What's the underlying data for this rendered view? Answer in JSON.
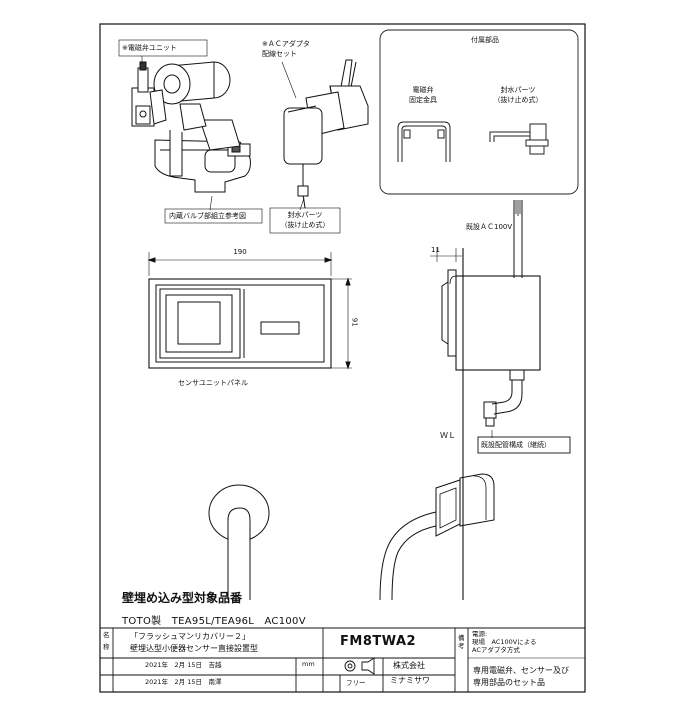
{
  "callouts": {
    "solenoid_unit": "※電磁弁ユニット",
    "ac_adapter_line1": "※ＡＣアダプタ",
    "ac_adapter_line2": "配線セット",
    "valve_reference": "内蔵バルブ部組立参考図",
    "water_stop_main_1": "封水パーツ",
    "water_stop_main_2": "（抜け止め式）"
  },
  "accessories": {
    "title": "付属部品",
    "bracket_line1": "電磁弁",
    "bracket_line2": "固定金具",
    "seal_line1": "封水パーツ",
    "seal_line2": "（抜け止め式）"
  },
  "panel": {
    "width_dim": "190",
    "height_dim": "91",
    "label": "センサユニットパネル"
  },
  "side_view": {
    "supply_label": "既設ＡＣ100V",
    "depth_dim": "11",
    "wl_label": "ＷＬ",
    "pipe_label": "既設配管構成（継続）"
  },
  "models": {
    "title": "壁埋め込み型対象品番",
    "line": "TOTO製　TEA95L/TEA96L　AC100V"
  },
  "title_block": {
    "name_label_1": "名",
    "name_label_2": "称",
    "name_line1": "「フラッシュマンリカバリー２」",
    "name_line2": "壁埋込型小便器センサー直接設置型",
    "product_code": "FM8TWA2",
    "notes_label": "備考",
    "power_title": "電源:",
    "power_line1": "現場　AC100Vによる",
    "power_line2": "ACアダプタ方式",
    "desc_line1": "専用電磁弁、センサー及び",
    "desc_line2": "専用部品のセット品",
    "date1": "2021年　2月 15日　吉越",
    "date2": "2021年　2月 15日　南澤",
    "unit": "mm",
    "scale": "フリー",
    "company_line1": "株式会社",
    "company_line2": "ミナミサワ"
  }
}
